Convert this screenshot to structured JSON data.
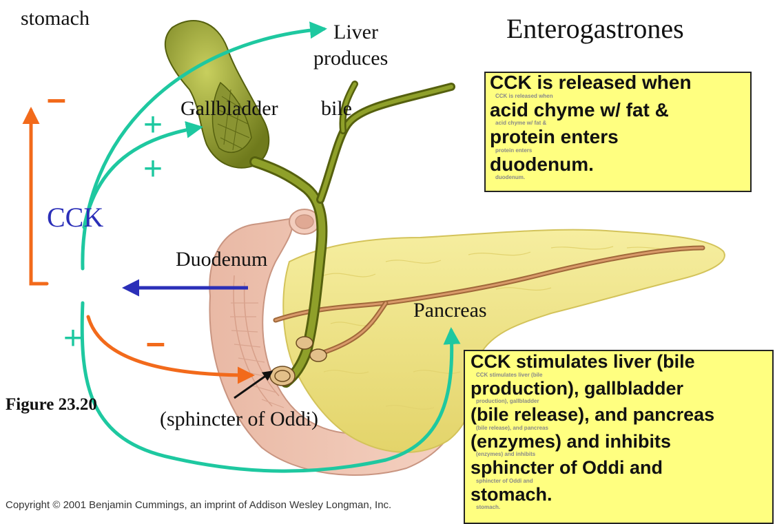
{
  "colors": {
    "green": "#1ec8a0",
    "orange": "#f26a1b",
    "blue": "#2b2fb8",
    "note_bg": "#ffff80"
  },
  "labels": {
    "stomach": "stomach",
    "liver": "Liver",
    "produces": "produces",
    "gallbladder": "Gallbladder",
    "bile": "bile",
    "title": "Enterogastrones",
    "cck": "CCK",
    "duodenum": "Duodenum",
    "pancreas": "Pancreas",
    "figure": "Figure 23.20",
    "sphincter": "(sphincter of Oddi)",
    "copyright": "Copyright © 2001 Benjamin Cummings, an imprint of Addison Wesley Longman, Inc."
  },
  "signs": {
    "minus": "–",
    "plus": "+"
  },
  "note_top": {
    "lines": [
      "CCK is released when",
      "acid chyme w/ fat &",
      "protein enters",
      "duodenum."
    ],
    "tiny": [
      "CCK is released when",
      "acid chyme w/ fat &",
      "protein enters",
      "duodenum."
    ]
  },
  "note_bottom": {
    "lines": [
      "CCK stimulates liver (bile",
      "production), gallbladder",
      "(bile release), and pancreas",
      "(enzymes) and inhibits",
      "sphincter of Oddi and",
      "stomach."
    ],
    "tiny": [
      "CCK stimulates liver (bile",
      "production), gallbladder",
      "(bile release), and pancreas",
      "(enzymes) and inhibits",
      "sphincter of Oddi and",
      "stomach."
    ]
  }
}
